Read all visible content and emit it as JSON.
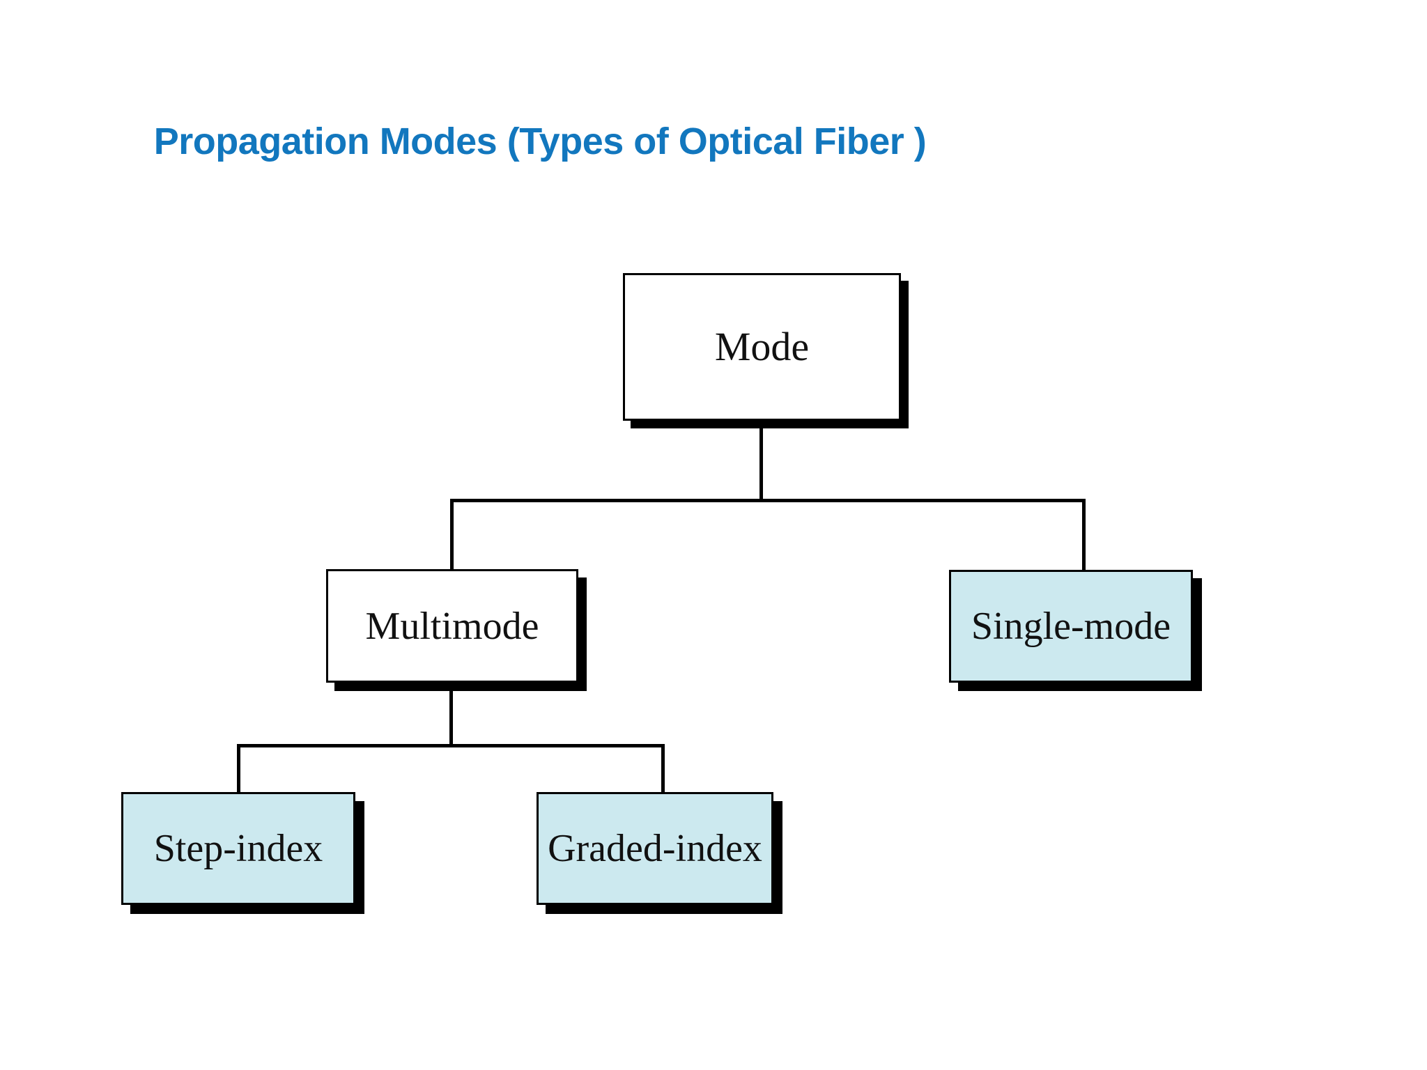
{
  "slide": {
    "title": "Propagation Modes (Types of Optical Fiber )",
    "title_color": "#1277be",
    "background_color": "#ffffff"
  },
  "diagram": {
    "type": "hierarchy-tree",
    "node_fill_white": "#ffffff",
    "node_fill_blue": "#cce9ef",
    "node_border_color": "#000000",
    "shadow_color": "#000000",
    "nodes": [
      {
        "id": "mode",
        "label": "Mode",
        "level": 0,
        "fill": "white"
      },
      {
        "id": "multimode",
        "label": "Multimode",
        "level": 1,
        "fill": "white"
      },
      {
        "id": "single-mode",
        "label": "Single-mode",
        "level": 1,
        "fill": "blue"
      },
      {
        "id": "step-index",
        "label": "Step-index",
        "level": 2,
        "fill": "blue"
      },
      {
        "id": "graded-index",
        "label": "Graded-index",
        "level": 2,
        "fill": "blue"
      }
    ],
    "edges": [
      {
        "from": "mode",
        "to": "multimode"
      },
      {
        "from": "mode",
        "to": "single-mode"
      },
      {
        "from": "multimode",
        "to": "step-index"
      },
      {
        "from": "multimode",
        "to": "graded-index"
      }
    ]
  }
}
